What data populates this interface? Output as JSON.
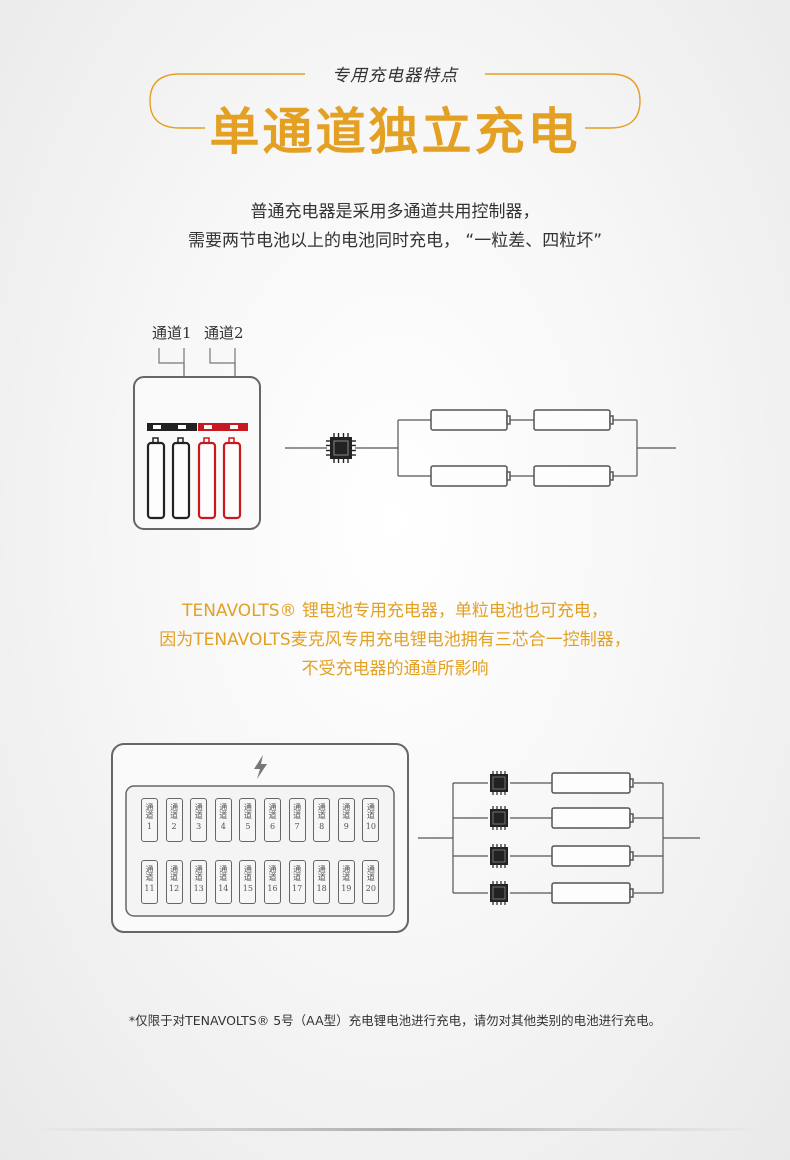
{
  "header": {
    "subtitle": "专用充电器特点",
    "title": "单通道独立充电"
  },
  "intro": {
    "line1": "普通充电器是采用多通道共用控制器，",
    "line2": "需要两节电池以上的电池同时充电，  “一粒差、四粒坏”"
  },
  "diagram1": {
    "channel1_label": "通道1",
    "channel2_label": "通道2"
  },
  "middle": {
    "line1": "TENAVOLTS® 锂电池专用充电器，单粒电池也可充电，",
    "line2": "因为TENAVOLTS麦克风专用充电锂电池拥有三芯合一控制器，",
    "line3": "不受充电器的通道所影响"
  },
  "diagram2": {
    "slot_prefix": "通道",
    "slots_row1": [
      "1",
      "2",
      "3",
      "4",
      "5",
      "6",
      "7",
      "8",
      "9",
      "10"
    ],
    "slots_row2": [
      "11",
      "12",
      "13",
      "14",
      "15",
      "16",
      "17",
      "18",
      "19",
      "20"
    ]
  },
  "footnote": "*仅限于对TENAVOLTS® 5号（AA型）充电锂电池进行充电，请勿对其他类别的电池进行充电。",
  "colors": {
    "accent": "#e3a022",
    "battery_red": "#c8191f",
    "text": "#333333"
  },
  "icons": [
    "lightning-icon",
    "chip-icon"
  ]
}
